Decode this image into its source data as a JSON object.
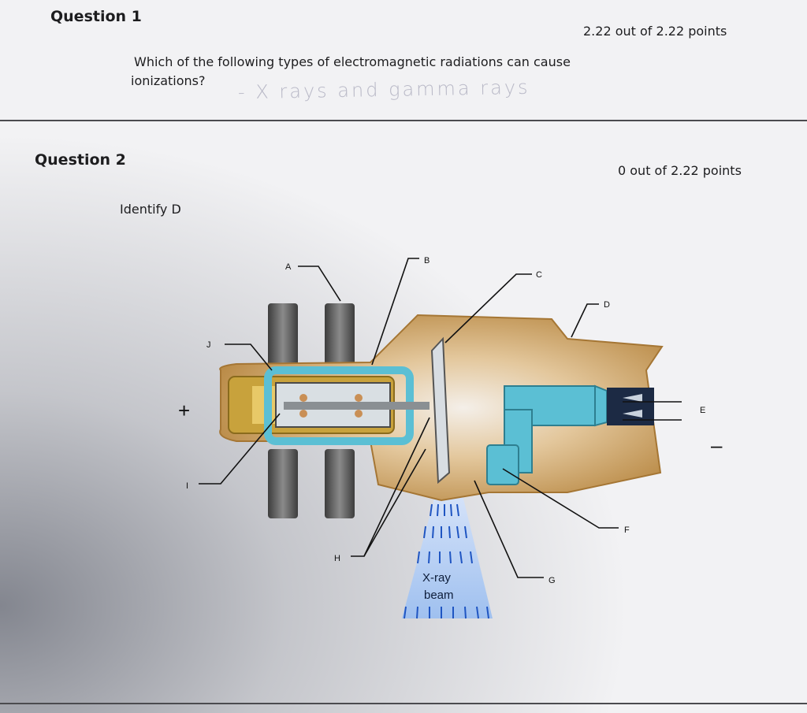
{
  "questions": [
    {
      "title": "Question 1",
      "points": "2.22 out of 2.22 points",
      "prompt_line1": "Which of the following types of electromagnetic radiations can cause",
      "prompt_line2": "ionizations?",
      "handwritten_answer": "- X rays and gamma rays"
    },
    {
      "title": "Question 2",
      "points": "0 out of 2.22 points",
      "prompt": "Identify D"
    }
  ],
  "diagram": {
    "labels": {
      "A": "A",
      "B": "B",
      "C": "C",
      "D": "D",
      "E": "E",
      "F": "F",
      "G": "G",
      "H": "H",
      "I": "I",
      "J": "J"
    },
    "plus_sign": "+",
    "minus_sign": "–",
    "beam_line1": "X-ray",
    "beam_line2": "beam",
    "colors": {
      "envelope": "#c99a5a",
      "cathode_assembly": "#5bbfd4",
      "anode_frame": "#c8a23c",
      "terminal": "#585858",
      "beam": "#3b6fd0"
    }
  }
}
